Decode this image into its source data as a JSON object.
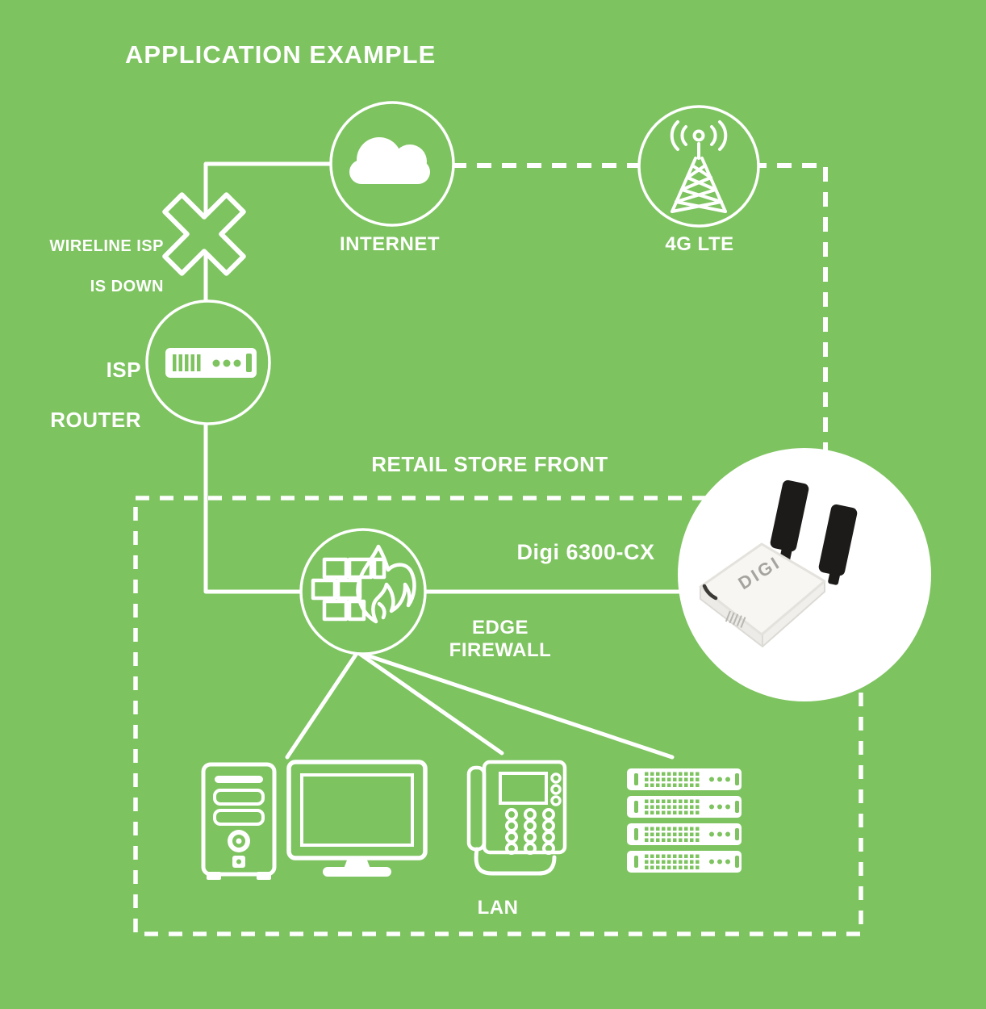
{
  "title": "APPLICATION EXAMPLE",
  "colors": {
    "background": "#7DC35F",
    "foreground": "#FFFFFF",
    "antenna_black": "#1C1B19",
    "device_body": "#F7F6F2",
    "device_logo_gray": "#A5A49E"
  },
  "nodes": {
    "internet": {
      "label": "INTERNET",
      "icon": "cloud-icon"
    },
    "lte": {
      "label": "4G LTE",
      "icon": "cell-tower-icon"
    },
    "isp_router": {
      "line1": "ISP",
      "line2": "ROUTER",
      "icon": "router-icon"
    },
    "edge_firewall": {
      "label": "EDGE FIREWALL",
      "icon": "firewall-flame-icon"
    },
    "lan": {
      "label": "LAN",
      "devices": [
        "pc-tower",
        "monitor",
        "desk-phone",
        "server-stack"
      ]
    }
  },
  "annotations": {
    "wireline": {
      "line1": "WIRELINE ISP",
      "line2": "IS DOWN"
    },
    "retail_zone": "RETAIL STORE FRONT",
    "product": "Digi 6300-CX",
    "device_logo": "DIGI"
  },
  "connections": [
    {
      "from": "internet",
      "to": "isp-router",
      "style": "solid",
      "status": "down"
    },
    {
      "from": "internet",
      "to": "4g-lte",
      "style": "dashed"
    },
    {
      "from": "4g-lte",
      "to": "digi-6300-cx",
      "style": "dashed"
    },
    {
      "from": "isp-router",
      "to": "edge-firewall",
      "style": "solid"
    },
    {
      "from": "edge-firewall",
      "to": "digi-6300-cx",
      "style": "solid"
    },
    {
      "from": "edge-firewall",
      "to": "lan-devices",
      "style": "solid-fan"
    }
  ]
}
